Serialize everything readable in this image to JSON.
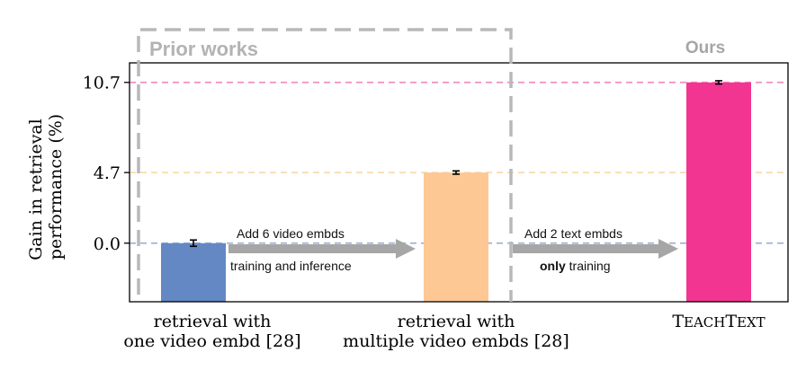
{
  "chart_data": {
    "type": "bar",
    "ylabel": "Gain in retrieval performance (%)",
    "ylabel_lines": [
      "Gain in retrieval",
      "performance (%)"
    ],
    "yticks": [
      0.0,
      4.7,
      10.7
    ],
    "ytick_labels": [
      "0.0",
      "4.7",
      "10.7"
    ],
    "ylim": [
      -3.9,
      12.0
    ],
    "categories": [
      "retrieval with one video embd [28]",
      "retrieval with multiple video embds [28]",
      "TEACHTEXT"
    ],
    "category_label_lines": [
      [
        "retrieval with",
        "one video embd [28]"
      ],
      [
        "retrieval with",
        "multiple video embds [28]"
      ],
      [
        "TEACHTEXT"
      ]
    ],
    "values": [
      0.0,
      4.7,
      10.7
    ],
    "error_bars": [
      0.15,
      0.05,
      0.05
    ],
    "bar_colors": [
      "#6388c4",
      "#fdc894",
      "#f23591"
    ],
    "reference_line_colors": [
      "#9fb2d6",
      "#f8dcb0",
      "#f28ec0"
    ],
    "group_labels": {
      "prior": "Prior works",
      "ours": "Ours"
    },
    "arrows": [
      {
        "label_top": "Add 6 video embds",
        "label_bottom": "training and inference",
        "bold_word": ""
      },
      {
        "label_top": "Add 2 text embds",
        "label_bottom_bold": "only",
        "label_bottom_rest": " training"
      }
    ],
    "grid": false
  }
}
